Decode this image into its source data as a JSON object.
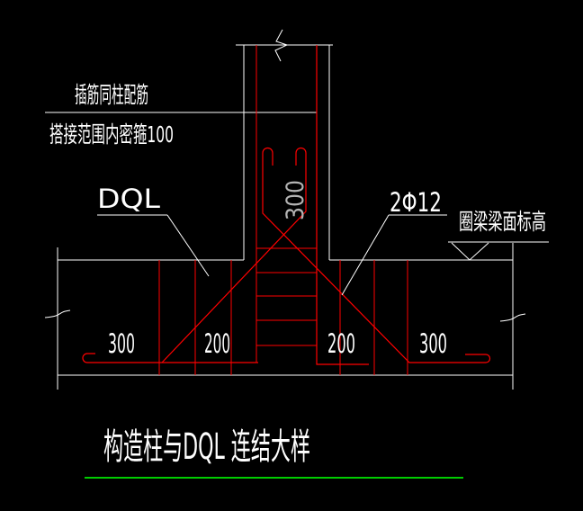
{
  "drawing": {
    "notes": {
      "note1": "插筋同柱配筋",
      "note2": "搭接范围内密箍100"
    },
    "labels": {
      "dql": "DQL",
      "rebar": "2Φ12",
      "elevation": "圈梁梁面标高"
    },
    "dimensions": {
      "column_lap": "300",
      "bottom": [
        "300",
        "200",
        "200",
        "300"
      ]
    },
    "title": "构造柱与DQL 连结大样",
    "colors": {
      "background": "#000000",
      "structure_lines": "#ffffff",
      "rebar_lines": "#ff0000",
      "title_underline": "#00cc00",
      "lap_dimension_text": "#b4b4b4"
    }
  }
}
